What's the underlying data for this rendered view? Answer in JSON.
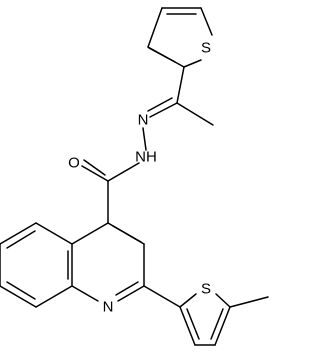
{
  "molecule": {
    "atoms": {
      "S1": "S",
      "N1": "N",
      "NH": "NH",
      "O": "O",
      "N2": "N",
      "S2": "S"
    }
  }
}
